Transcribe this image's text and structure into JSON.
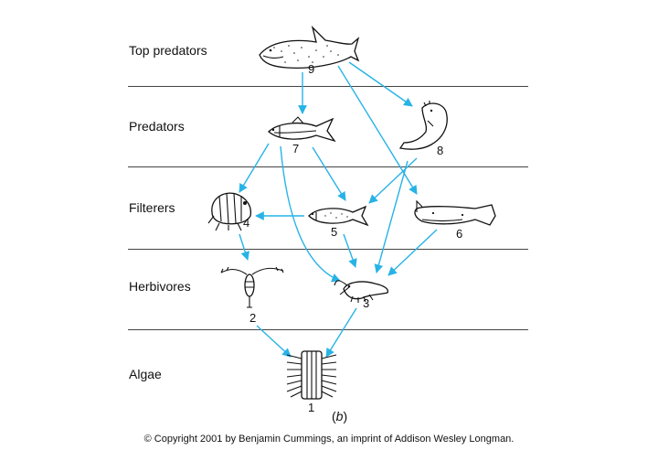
{
  "levels": [
    {
      "label": "Top predators"
    },
    {
      "label": "Predators"
    },
    {
      "label": "Filterers"
    },
    {
      "label": "Herbivores"
    },
    {
      "label": "Algae"
    }
  ],
  "organisms": [
    {
      "id": 1,
      "label": "1",
      "icon": "algae-icon"
    },
    {
      "id": 2,
      "label": "2",
      "icon": "copepod-icon"
    },
    {
      "id": 3,
      "label": "3",
      "icon": "shrimp-icon"
    },
    {
      "id": 4,
      "label": "4",
      "icon": "amphipod-icon"
    },
    {
      "id": 5,
      "label": "5",
      "icon": "small-fish-icon"
    },
    {
      "id": 6,
      "label": "6",
      "icon": "baleen-whale-icon"
    },
    {
      "id": 7,
      "label": "7",
      "icon": "fish-icon"
    },
    {
      "id": 8,
      "label": "8",
      "icon": "seal-icon"
    },
    {
      "id": 9,
      "label": "9",
      "icon": "killer-whale-icon"
    }
  ],
  "edges": [
    {
      "from": 9,
      "to": 7
    },
    {
      "from": 9,
      "to": 8
    },
    {
      "from": 9,
      "to": 6
    },
    {
      "from": 7,
      "to": 4
    },
    {
      "from": 7,
      "to": 5
    },
    {
      "from": 7,
      "to": 3
    },
    {
      "from": 8,
      "to": 5
    },
    {
      "from": 8,
      "to": 3
    },
    {
      "from": 5,
      "to": 4
    },
    {
      "from": 5,
      "to": 3
    },
    {
      "from": 6,
      "to": 3
    },
    {
      "from": 4,
      "to": 2
    },
    {
      "from": 2,
      "to": 1
    },
    {
      "from": 3,
      "to": 1
    }
  ],
  "caption": {
    "open": "(",
    "letter": "b",
    "close": ")"
  },
  "copyright": "© Copyright 2001 by Benjamin Cummings, an imprint of Addison Wesley Longman.",
  "colors": {
    "arrow": "#27b3e6",
    "ink": "#111111"
  }
}
